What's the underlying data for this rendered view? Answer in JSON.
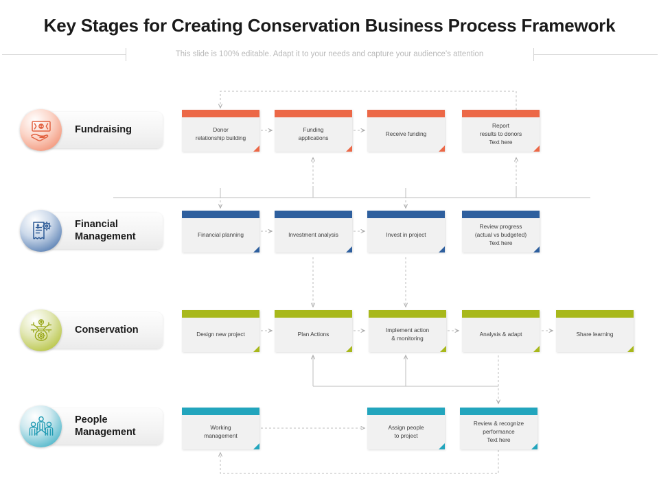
{
  "header": {
    "title": "Key Stages for Creating Conservation Business Process Framework",
    "subtitle": "This slide is 100% editable. Adapt it to your needs and capture your audience's attention"
  },
  "colors": {
    "fundraising": "#ec6847",
    "financial": "#2e5f9e",
    "conservation": "#a8b81b",
    "people": "#22a5bd",
    "box_body": "#f1f1f1",
    "connector": "#a7a7a7",
    "title_text": "#1a1a1a",
    "subtitle_text": "#b9b9b9"
  },
  "rows": [
    {
      "key": "fundraising",
      "label": "Fundraising",
      "icon": "money-hand-icon",
      "accent": "#ec6847",
      "steps": [
        {
          "text": "Donor\nrelationship building"
        },
        {
          "text": "Funding\napplications"
        },
        {
          "text": "Receive funding"
        },
        {
          "text": "Report\nresults to donors\nText here"
        }
      ]
    },
    {
      "key": "financial",
      "label": "Financial\nManagement",
      "icon": "invoice-gear-icon",
      "accent": "#2e5f9e",
      "steps": [
        {
          "text": "Financial  planning"
        },
        {
          "text": "Investment analysis"
        },
        {
          "text": "Invest in project"
        },
        {
          "text": "Review progress\n(actual vs budgeted)\nText here"
        }
      ]
    },
    {
      "key": "conservation",
      "label": "Conservation",
      "icon": "conservation-network-icon",
      "accent": "#a8b81b",
      "steps": [
        {
          "text": "Design new project"
        },
        {
          "text": "Plan  Actions"
        },
        {
          "text": "Implement action\n& monitoring"
        },
        {
          "text": "Analysis & adapt"
        },
        {
          "text": "Share learning"
        }
      ]
    },
    {
      "key": "people",
      "label": "People\nManagement",
      "icon": "people-group-icon",
      "accent": "#22a5bd",
      "steps": [
        {
          "text": "Working\nmanagement"
        },
        {
          "text": "Assign people\nto project"
        },
        {
          "text": "Review & recognize\nperformance\nText here"
        }
      ]
    }
  ]
}
